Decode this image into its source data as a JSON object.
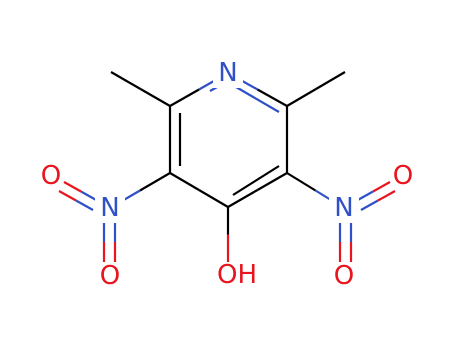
{
  "molecule": {
    "colors": {
      "C": "#000000",
      "N": "#3050c8",
      "O": "#e8141e"
    },
    "atom_labels": {
      "ring_n": "N",
      "nitro_left_n": "N",
      "nitro_left_o_top": "O",
      "nitro_left_o_bottom": "O",
      "nitro_right_n": "N",
      "nitro_right_o_top": "O",
      "nitro_right_o_bottom": "O",
      "hydroxyl": "OH"
    }
  }
}
